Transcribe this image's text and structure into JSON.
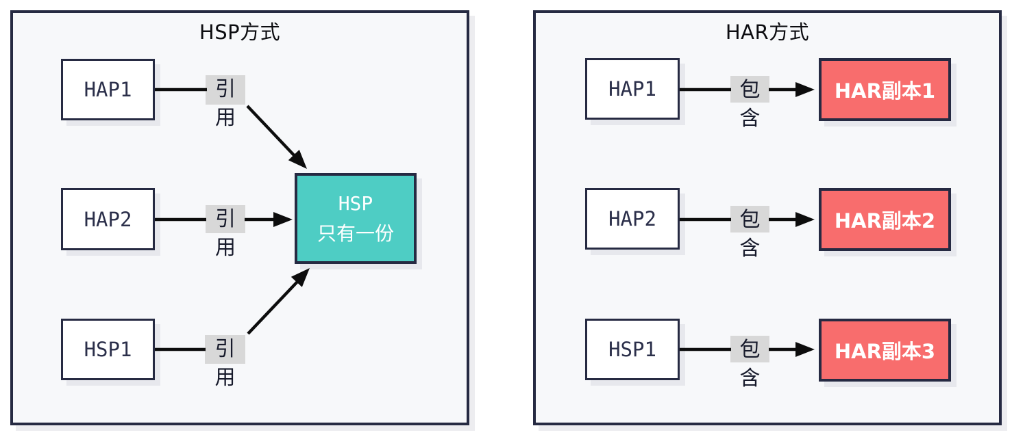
{
  "colors": {
    "panel_background": "#f7f8fa",
    "outline_navy": "#262a42",
    "node_text_navy": "#2b2f4a",
    "hsp_teal": "#4ecdc4",
    "har_coral": "#f86d6d",
    "edge_label_gray": "#d8d8d8",
    "arrow_black": "#0d0d0d"
  },
  "left_panel": {
    "title": "HSP方式",
    "rows": [
      {
        "source": "HAP1",
        "edge": "引用"
      },
      {
        "source": "HAP2",
        "edge": "引用"
      },
      {
        "source": "HSP1",
        "edge": "引用"
      }
    ],
    "target": {
      "line1": "HSP",
      "line2": "只有一份"
    }
  },
  "right_panel": {
    "title": "HAR方式",
    "rows": [
      {
        "source": "HAP1",
        "edge": "包含",
        "target": "HAR副本1"
      },
      {
        "source": "HAP2",
        "edge": "包含",
        "target": "HAR副本2"
      },
      {
        "source": "HSP1",
        "edge": "包含",
        "target": "HAR副本3"
      }
    ]
  }
}
